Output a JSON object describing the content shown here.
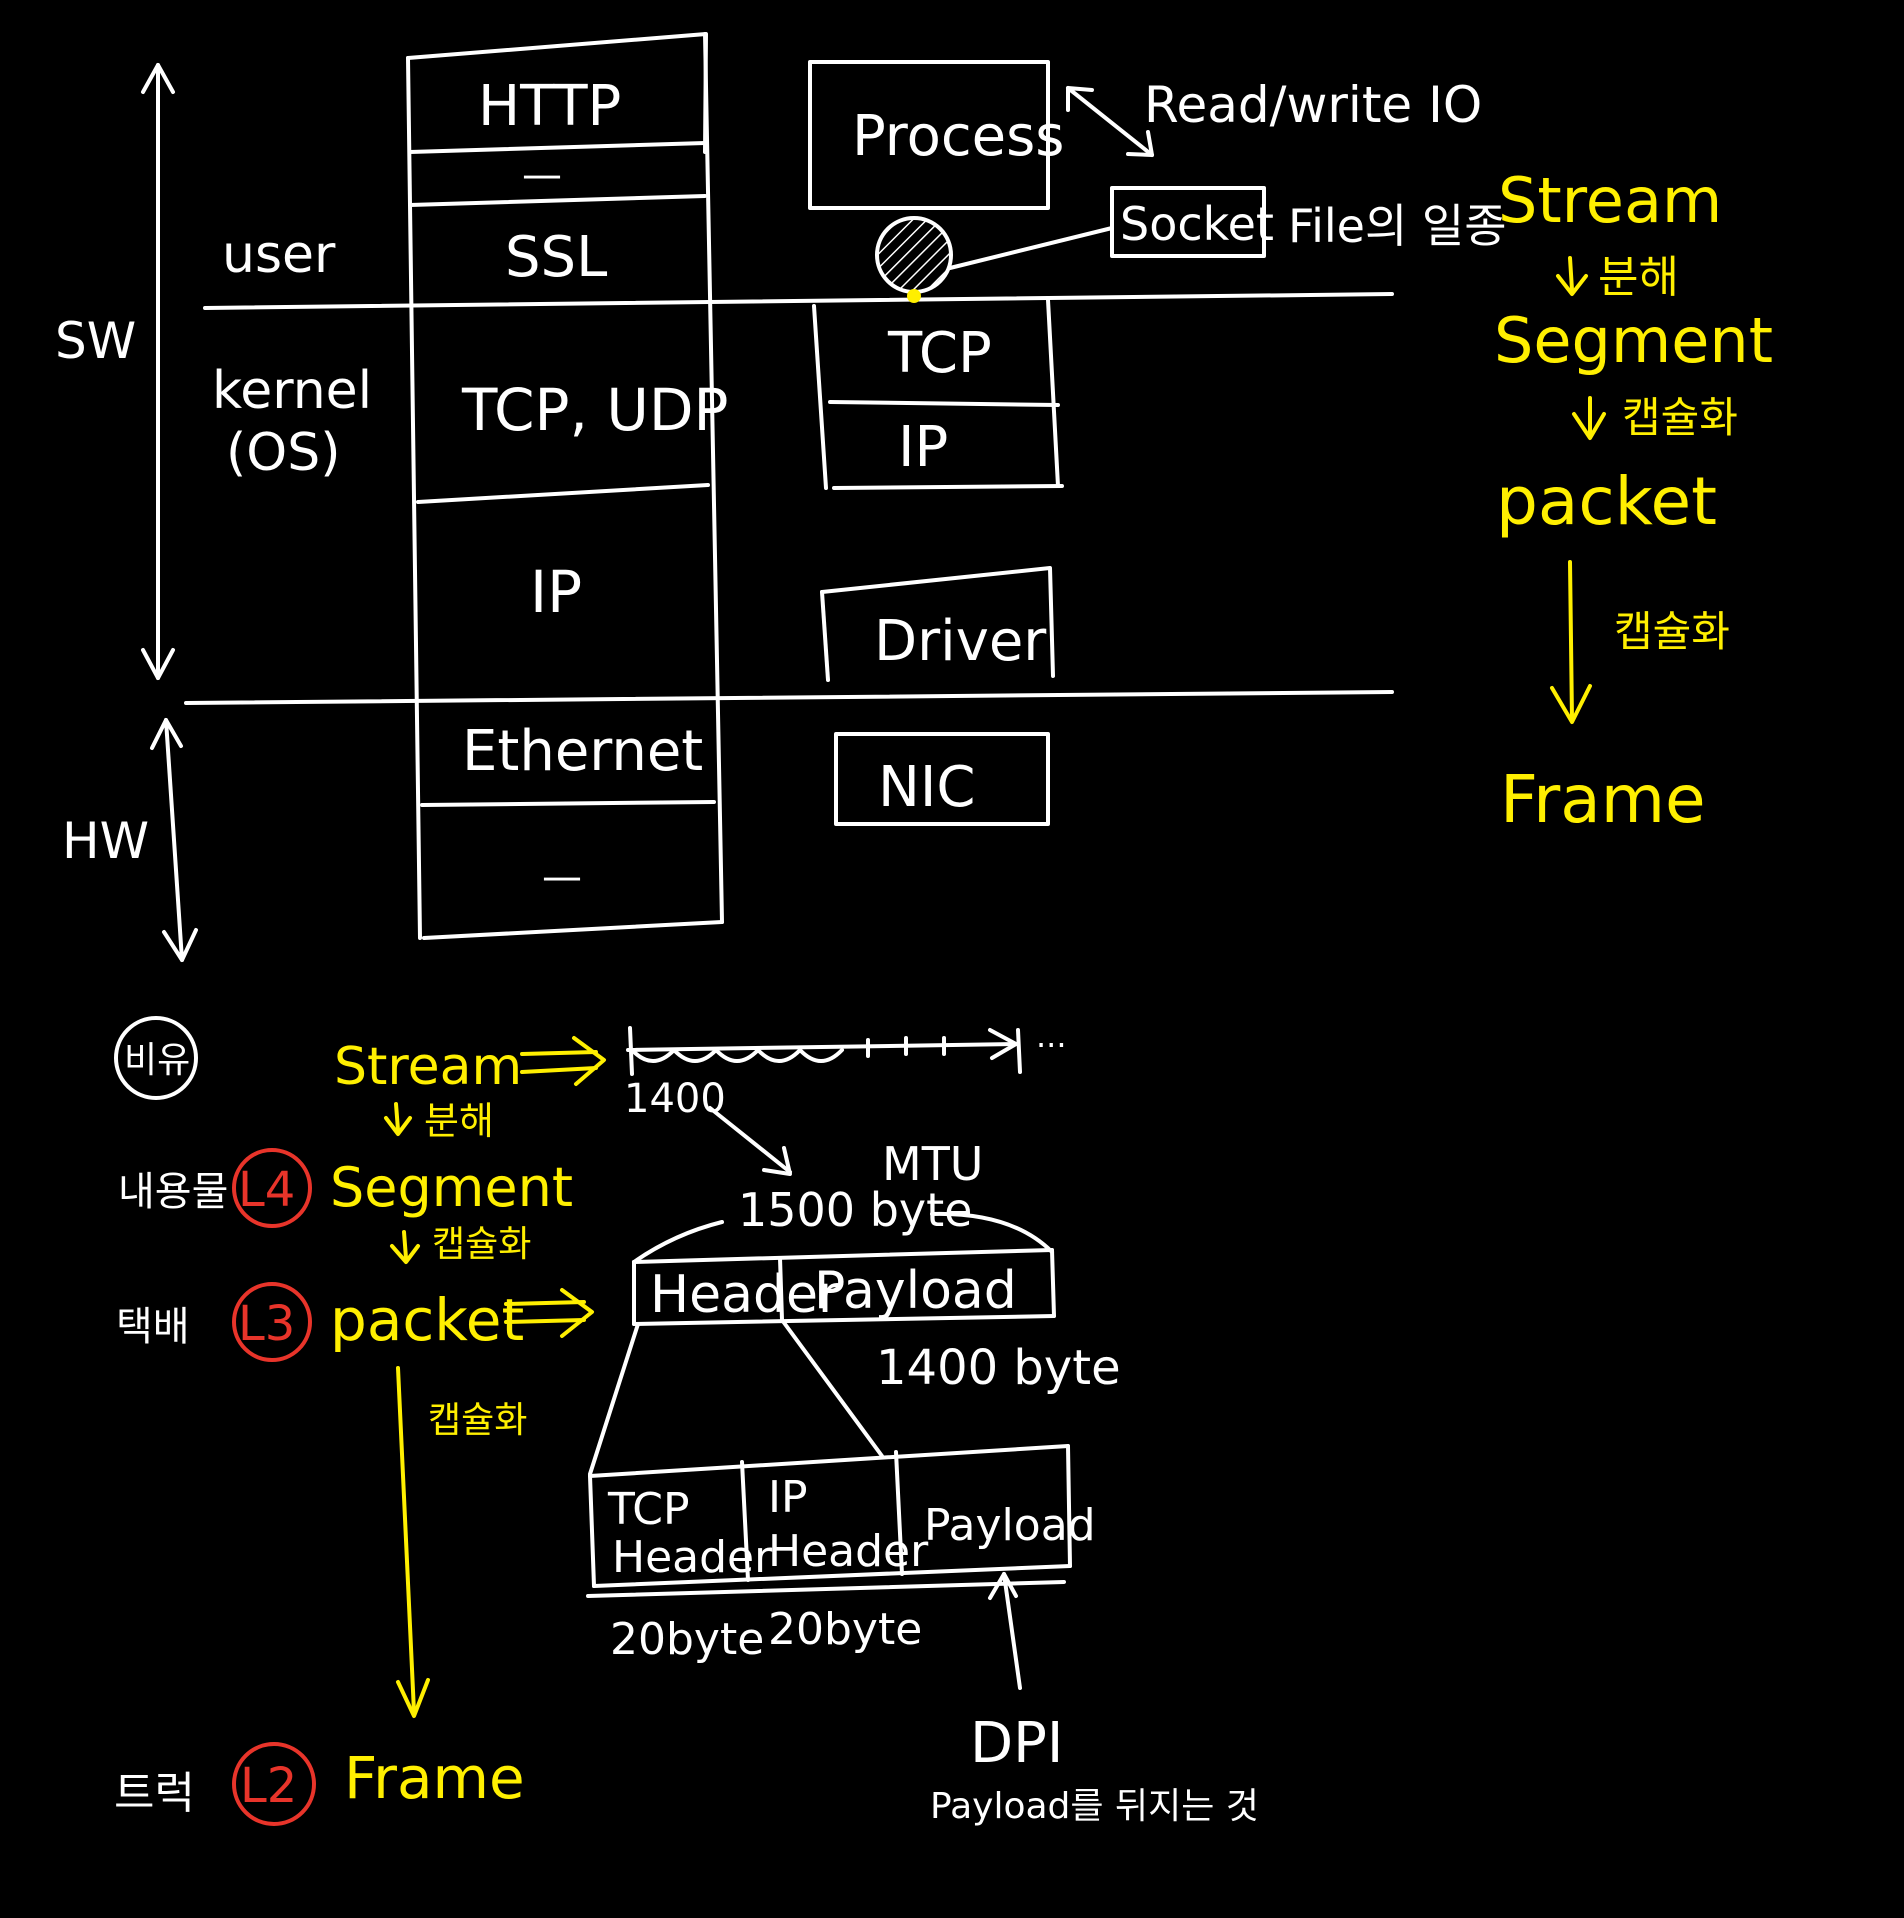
{
  "stack": {
    "layers": [
      "HTTP",
      "—",
      "SSL",
      "TCP, UDP",
      "IP",
      "Ethernet",
      "—"
    ]
  },
  "zones": {
    "sw": "SW",
    "hw": "HW",
    "user": "user",
    "kernel": "kernel",
    "os": "(OS)"
  },
  "right_boxes": {
    "process": "Process",
    "read_write": "Read/write IO",
    "socket": "Socket",
    "socket_note": "File의 일종",
    "tcp": "TCP",
    "ip": "IP",
    "driver": "Driver",
    "nic": "NIC"
  },
  "flow_top": {
    "stream": "Stream",
    "split": "분해",
    "segment": "Segment",
    "encap1": "캡슐화",
    "packet": "packet",
    "encap2": "캡슐화",
    "frame": "Frame"
  },
  "bottom": {
    "analogy": "비유",
    "l4_note": "내용물",
    "l4": "L4",
    "l3_note": "택배",
    "l3": "L3",
    "l2_note": "트럭",
    "l2": "L2",
    "stream": "Stream",
    "split": "분해",
    "segment": "Segment",
    "encap1": "캡슐화",
    "packet": "packet",
    "encap2": "캡슐화",
    "frame": "Frame",
    "seg_size": "1400",
    "ellipsis": "···",
    "mtu": "MTU",
    "mtu_size": "1500 byte",
    "header": "Header",
    "payload": "Payload",
    "payload_size": "1400 byte",
    "tcp_header_1": "TCP",
    "tcp_header_2": "Header",
    "ip_header_1": "IP",
    "ip_header_2": "Header",
    "payload2": "Payload",
    "tcp_size": "20byte",
    "ip_size": "20byte",
    "dpi": "DPI",
    "dpi_note": "Payload를 뒤지는 것"
  },
  "colors": {
    "background": "#000000",
    "line": "#ffffff",
    "highlight": "#ffef00",
    "circle": "#e8342a"
  }
}
